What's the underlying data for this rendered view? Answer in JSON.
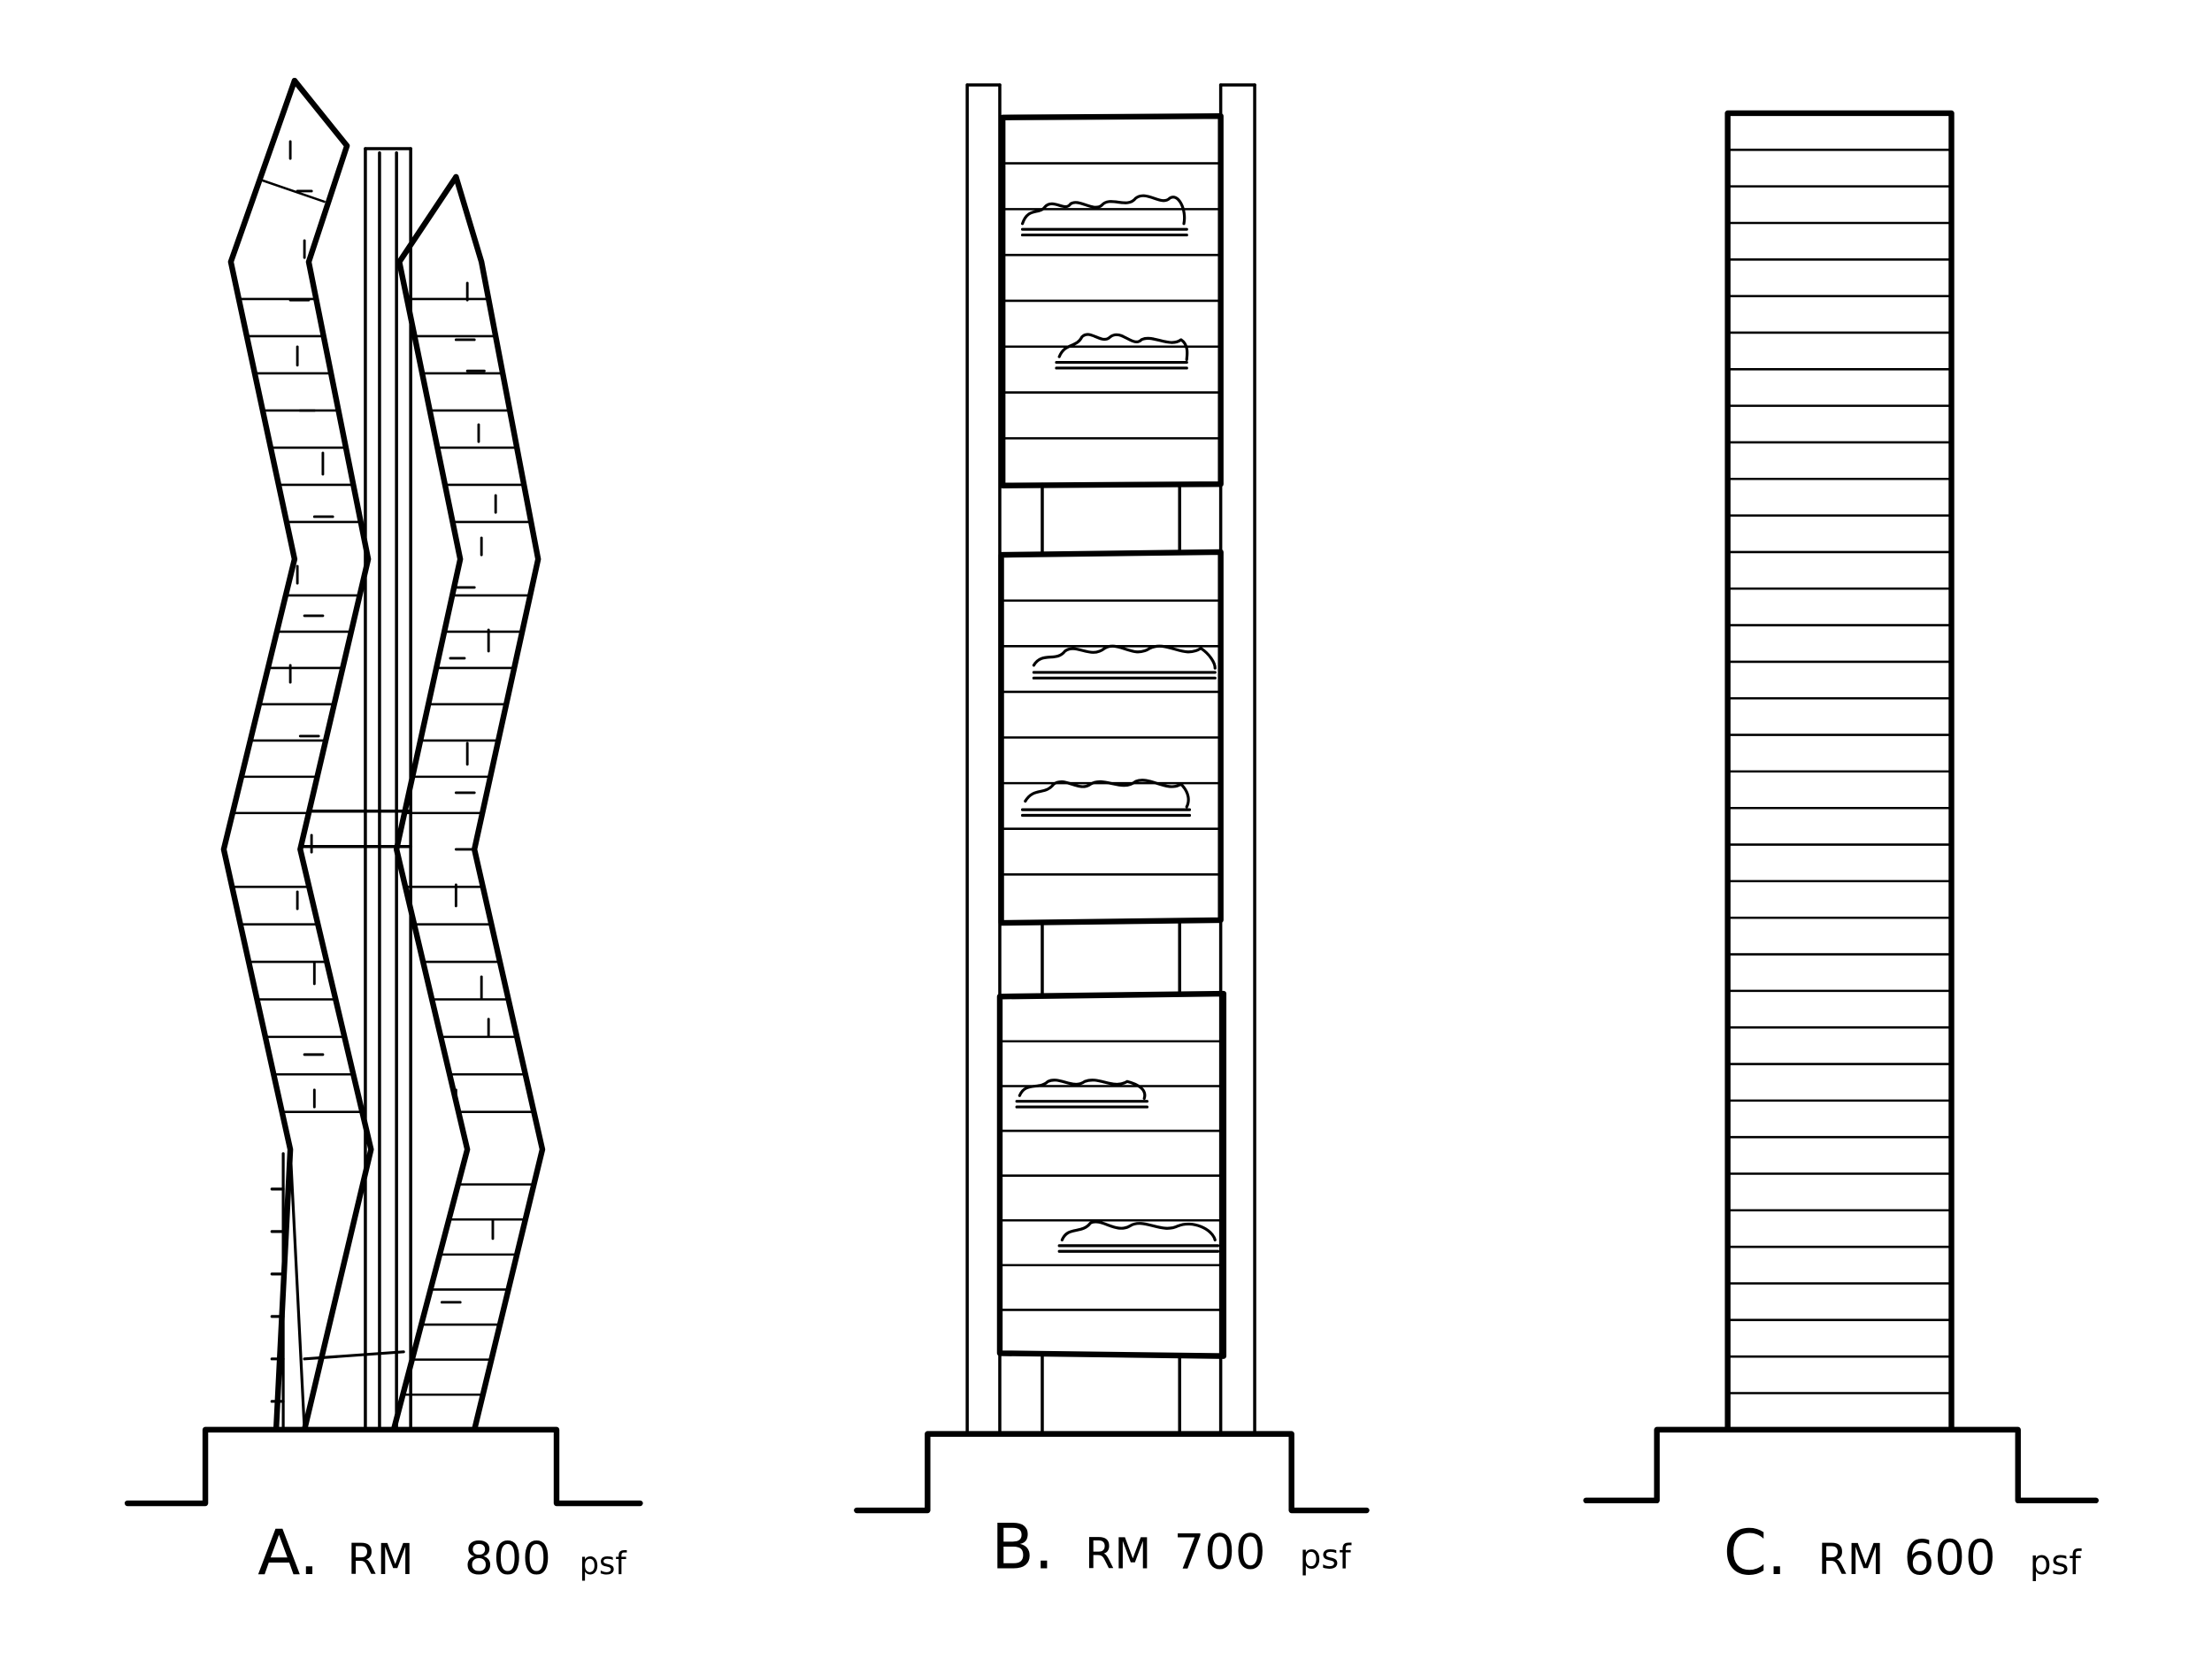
{
  "buildings": [
    {
      "id": "A",
      "label_letter": "A.",
      "label_currency": "RM",
      "label_price": "800",
      "label_unit": "psf"
    },
    {
      "id": "B",
      "label_letter": "B.",
      "label_currency": "RM",
      "label_price": "700",
      "label_unit": "psf"
    },
    {
      "id": "C",
      "label_letter": "C.",
      "label_currency": "RM",
      "label_price": "600",
      "label_unit": "psf"
    }
  ]
}
